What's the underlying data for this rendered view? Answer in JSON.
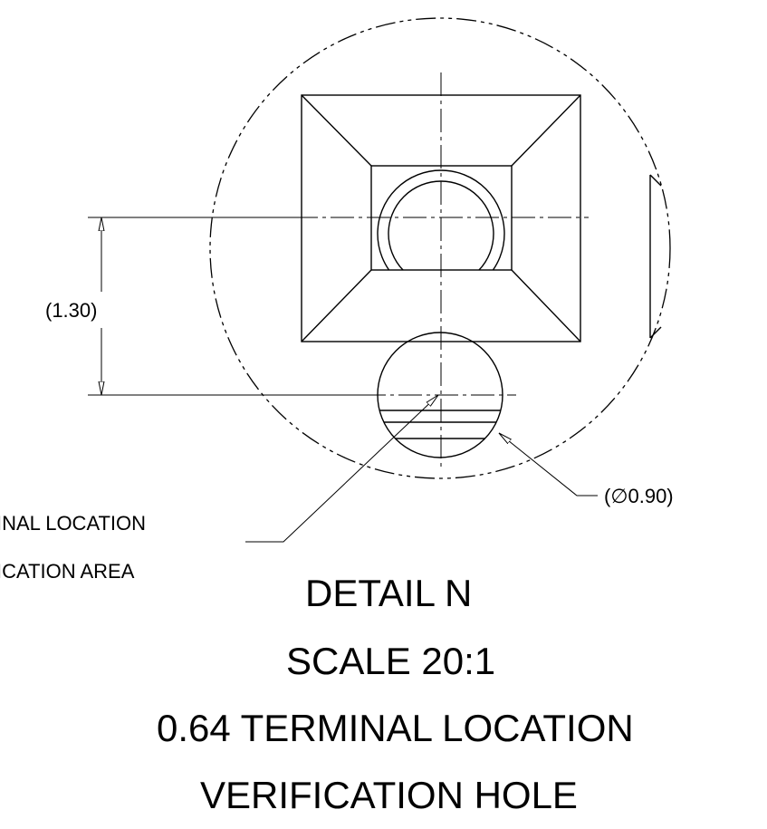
{
  "dimension_height": "(1.30)",
  "dimension_diameter": "(∅0.90)",
  "callout_left": {
    "line1": "INAL LOCATION",
    "line2": "ICATION AREA"
  },
  "detail_title": {
    "line1": "DETAIL N",
    "line2": "SCALE 20:1",
    "line3": "0.64 TERMINAL LOCATION",
    "line4": "VERIFICATION HOLE"
  }
}
